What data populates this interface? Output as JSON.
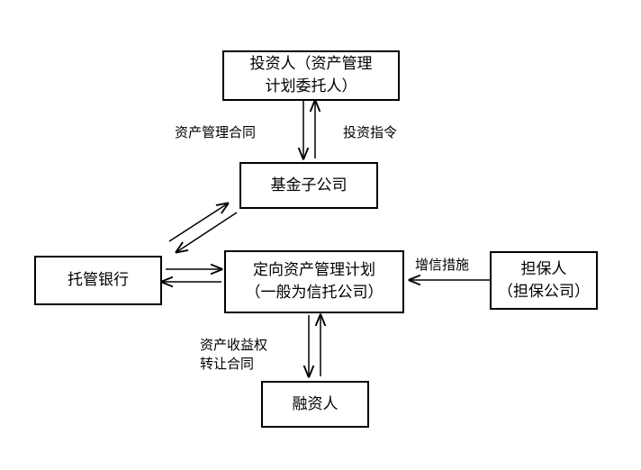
{
  "nodes": {
    "investor": {
      "line1": "投资人（资产管理",
      "line2": "计划委托人）"
    },
    "fund_sub": {
      "label": "基金子公司"
    },
    "custodian": {
      "label": "托管银行"
    },
    "plan": {
      "line1": "定向资产管理计划",
      "line2": "（一般为信托公司）"
    },
    "guarantor": {
      "line1": "担保人",
      "line2": "（担保公司）"
    },
    "financer": {
      "label": "融资人"
    }
  },
  "edges": {
    "asset_mgmt_contract": "资产管理合同",
    "investment_instruction": "投资指令",
    "credit_enhancement": "增信措施",
    "income_right_transfer_line1": "资产收益权",
    "income_right_transfer_line2": "转让合同"
  },
  "colors": {
    "stroke": "#000000",
    "background": "#ffffff"
  }
}
